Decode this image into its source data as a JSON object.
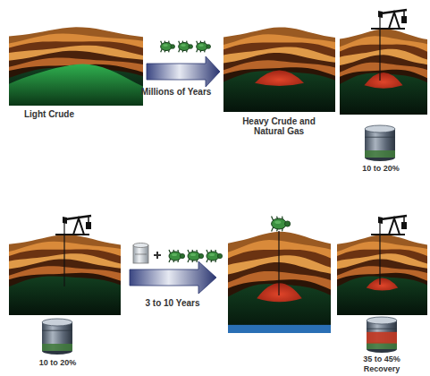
{
  "diagram": {
    "nodes": [
      {
        "text": [
          "Light Crude"
        ]
      },
      {
        "text": [
          "Heavy Crude and Natural Gas"
        ]
      },
      {
        "text": [
          "10 to 20%"
        ]
      },
      {
        "text": [
          "10 to 20%"
        ]
      },
      {
        "text": [
          "35 to 45% Recovery"
        ]
      }
    ],
    "edges": [
      {
        "from": 0,
        "to": 1,
        "arrow": "to",
        "label": "Millions of Years"
      }
    ],
    "labels": [
      "3 to 10 Years"
    ]
  }
}
